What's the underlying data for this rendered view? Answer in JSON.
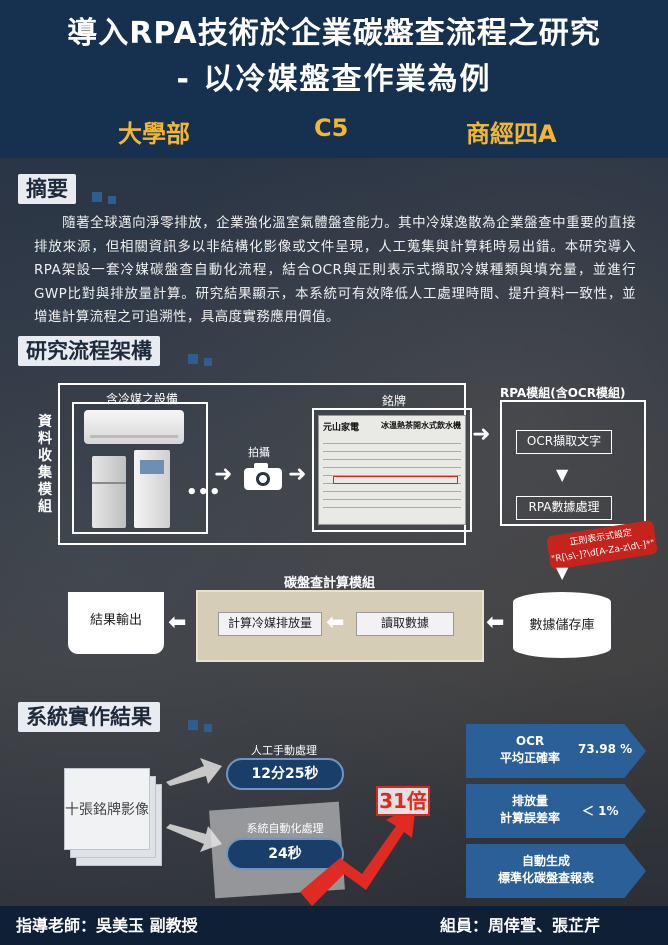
{
  "header": {
    "title_line1": "導入RPA技術於企業碳盤查流程之研究",
    "title_line2": "- 以冷媒盤查作業為例",
    "department": "大學部",
    "code": "C5",
    "class_name": "商經四A"
  },
  "abstract": {
    "heading": "摘要",
    "text": "隨著全球邁向淨零排放，企業強化溫室氣體盤查能力。其中冷媒逸散為企業盤查中重要的直接排放來源，但相關資訊多以非結構化影像或文件呈現，人工蒐集與計算耗時易出錯。本研究導入RPA架設一套冷媒碳盤查自動化流程，結合OCR與正則表示式擷取冷媒種類與填充量，並進行GWP比對與排放量計算。研究結果顯示，本系統可有效降低人工處理時間、提升資料一致性，並增進計算流程之可追溯性，具高度實務應用價值。"
  },
  "framework": {
    "heading": "研究流程架構",
    "data_collection_label": "資料收集模組",
    "devices_label": "含冷媒之設備",
    "nameplate_label": "銘牌",
    "capture_label": "拍攝",
    "nameplate_title": "冰溫熱茶開水式飲水機",
    "nameplate_brand": "元山家電",
    "rpa_module_label": "RPA模組(含OCR模組)",
    "ocr_step": "OCR擷取文字",
    "rpa_step": "RPA數據處理",
    "regex_badge_line1": "正則表示式設定",
    "regex_badge_line2": "\"R[\\s\\-]?\\d[A-Za-z\\d\\-]*\"",
    "database": "數據儲存庫",
    "calc_module_label": "碳盤查計算模組",
    "read_data": "讀取數據",
    "calc_emission": "計算冷媒排放量",
    "output": "結果輸出"
  },
  "results": {
    "heading": "系統實作結果",
    "images_label": "十張銘牌影像",
    "manual_label": "人工手動處理",
    "manual_time": "12分25秒",
    "auto_label": "系統自動化處理",
    "auto_time": "24秒",
    "speedup": "31倍",
    "metric1_line1": "OCR",
    "metric1_line2": "平均正確率",
    "metric1_value": "73.98 %",
    "metric2_line1": "排放量",
    "metric2_line2": "計算誤差率",
    "metric2_value": "＜ 1%",
    "metric3_line1": "自動生成",
    "metric3_line2": "標準化碳盤查報表"
  },
  "footer": {
    "advisor": "指導老師：吳美玉 副教授",
    "members": "組員：周倖萱、張芷芹"
  }
}
